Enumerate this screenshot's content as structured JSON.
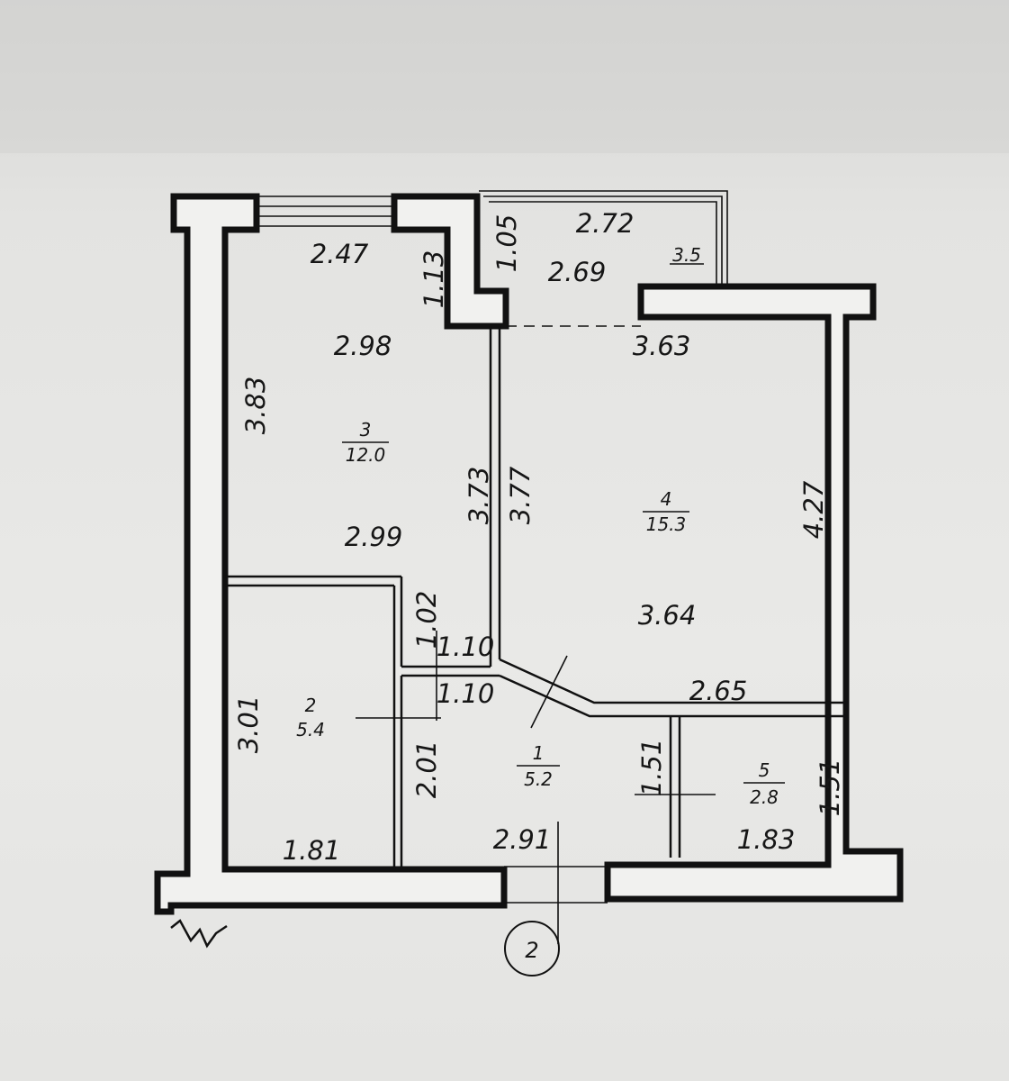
{
  "rooms": [
    {
      "number": "1",
      "area": "5.2"
    },
    {
      "number": "2",
      "area": "5.4"
    },
    {
      "number": "3",
      "area": "12.0"
    },
    {
      "number": "4",
      "area": "15.3"
    },
    {
      "number": "5",
      "area": "2.8"
    }
  ],
  "balcony": {
    "area": "3.5"
  },
  "dimensions": {
    "room3_top": "2.47",
    "room3_upper": "2.98",
    "room3_lower": "2.99",
    "room3_left": "3.83",
    "room3_right": "3.73",
    "niche_depth": "1.13",
    "balcony_side": "1.05",
    "balcony_top": "2.72",
    "balcony_width": "2.69",
    "room4_top": "3.63",
    "room4_left": "3.77",
    "room4_right": "4.27",
    "room4_width": "3.64",
    "room4_bottom": "2.65",
    "room2_top_right": "1.02",
    "passage_upper": "1.10",
    "passage_lower": "1.10",
    "room2_left": "3.01",
    "room2_right": "2.01",
    "room2_bottom": "1.81",
    "room1_bottom": "2.91",
    "room1_right": "1.51",
    "room5_right": "1.51",
    "room5_bottom": "1.83"
  },
  "axis_marker": "2"
}
